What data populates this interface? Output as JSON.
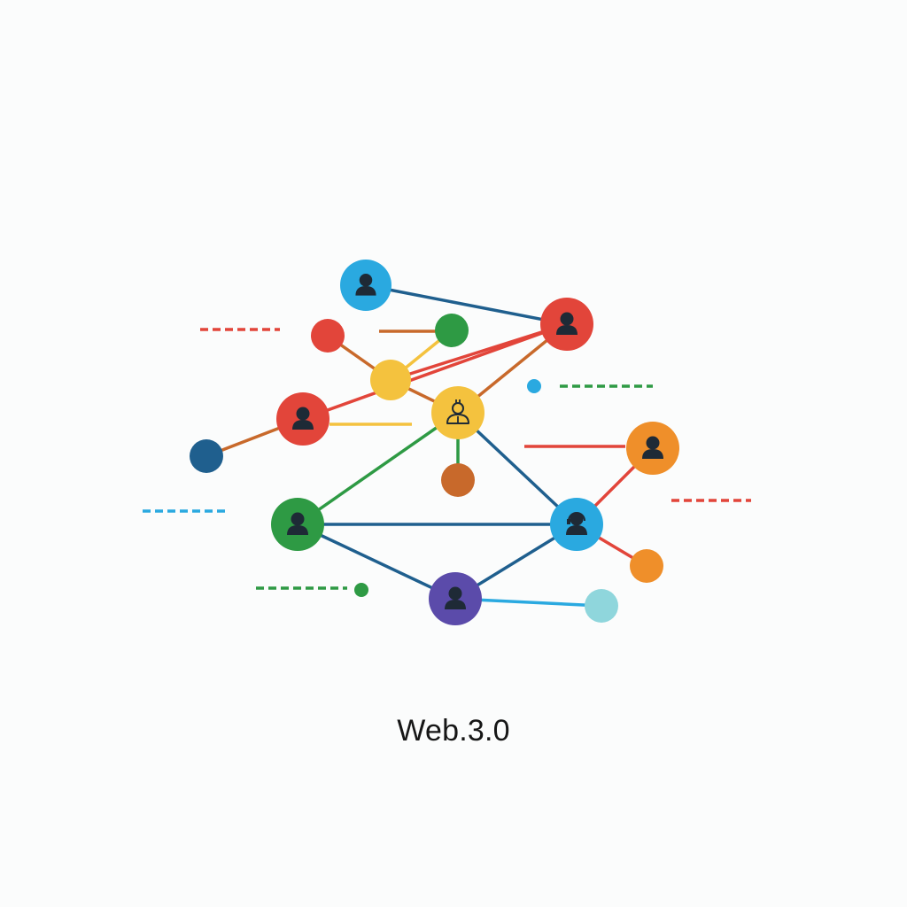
{
  "caption": "Web.3.0",
  "colors": {
    "background": "#fbfcfc",
    "text": "#161616",
    "icon": "#1e2a36"
  },
  "nodes": [
    {
      "id": "user-blue-top",
      "color": "#2aa9e0",
      "icon": "person-icon"
    },
    {
      "id": "user-red-top-right",
      "color": "#e2453a",
      "icon": "person-icon"
    },
    {
      "id": "dot-red-small",
      "color": "#e2453a",
      "icon": ""
    },
    {
      "id": "dot-green-small",
      "color": "#2e9a44",
      "icon": ""
    },
    {
      "id": "dot-yellow",
      "color": "#f4c23e",
      "icon": ""
    },
    {
      "id": "user-red-left",
      "color": "#e2453a",
      "icon": "person-icon"
    },
    {
      "id": "hub-yellow-center",
      "color": "#f4c23e",
      "icon": "crypto-person-icon"
    },
    {
      "id": "dot-navy-left",
      "color": "#1f5f8e",
      "icon": ""
    },
    {
      "id": "dot-brown",
      "color": "#c8692b",
      "icon": ""
    },
    {
      "id": "user-orange-right",
      "color": "#ef8f2a",
      "icon": "person-icon"
    },
    {
      "id": "user-green-left",
      "color": "#2e9a44",
      "icon": "person-icon"
    },
    {
      "id": "user-blue-right",
      "color": "#2aa9e0",
      "icon": "person-headset-icon"
    },
    {
      "id": "dot-orange-small",
      "color": "#ef8f2a",
      "icon": ""
    },
    {
      "id": "user-purple-bottom",
      "color": "#5b4baa",
      "icon": "person-icon"
    },
    {
      "id": "dot-lightblue",
      "color": "#8fd6dc",
      "icon": ""
    },
    {
      "id": "dot-green-tiny",
      "color": "#2e9a44",
      "icon": ""
    },
    {
      "id": "dot-blue-tiny",
      "color": "#2aa9e0",
      "icon": ""
    }
  ],
  "edges": [
    {
      "from": "user-blue-top",
      "to": "user-red-top-right",
      "color": "#1f5f8e"
    },
    {
      "from": "dot-red-small",
      "to": "dot-yellow",
      "color": "#c8692b"
    },
    {
      "from": "dot-yellow",
      "to": "dot-green-small",
      "color": "#f4c23e"
    },
    {
      "from": "dot-yellow",
      "to": "user-red-top-right",
      "color": "#e2453a"
    },
    {
      "from": "user-red-left",
      "to": "user-red-top-right",
      "color": "#e2453a"
    },
    {
      "from": "dot-yellow",
      "to": "hub-yellow-center",
      "color": "#c8692b"
    },
    {
      "from": "hub-yellow-center",
      "to": "user-red-top-right",
      "color": "#c8692b"
    },
    {
      "from": "dot-navy-left",
      "to": "user-red-left",
      "color": "#c8692b"
    },
    {
      "from": "hub-yellow-center",
      "to": "dot-brown",
      "color": "#2e9a44"
    },
    {
      "from": "hub-yellow-center",
      "to": "user-green-left",
      "color": "#2e9a44"
    },
    {
      "from": "hub-yellow-center",
      "to": "user-blue-right",
      "color": "#1f5f8e"
    },
    {
      "from": "user-green-left",
      "to": "user-blue-right",
      "color": "#1f5f8e"
    },
    {
      "from": "user-green-left",
      "to": "user-purple-bottom",
      "color": "#1f5f8e"
    },
    {
      "from": "user-purple-bottom",
      "to": "user-blue-right",
      "color": "#1f5f8e"
    },
    {
      "from": "user-purple-bottom",
      "to": "dot-lightblue",
      "color": "#2aa9e0"
    },
    {
      "from": "user-blue-right",
      "to": "user-orange-right",
      "color": "#e2453a"
    },
    {
      "from": "user-blue-right",
      "to": "dot-orange-small",
      "color": "#e2453a"
    }
  ],
  "stray_lines": [
    {
      "id": "line-green-short",
      "color": "#c8692b",
      "style": "solid"
    },
    {
      "id": "line-yellow-left",
      "color": "#f4c23e",
      "style": "solid"
    },
    {
      "id": "line-red-right",
      "color": "#e2453a",
      "style": "solid"
    },
    {
      "id": "dash-red-top-left",
      "color": "#e2453a",
      "style": "dashed"
    },
    {
      "id": "dash-green-right",
      "color": "#2e9a44",
      "style": "dashed"
    },
    {
      "id": "dash-blue-left",
      "color": "#2aa9e0",
      "style": "dashed"
    },
    {
      "id": "dash-red-right",
      "color": "#e2453a",
      "style": "dashed"
    },
    {
      "id": "dash-green-bottom",
      "color": "#2e9a44",
      "style": "dashed"
    }
  ]
}
